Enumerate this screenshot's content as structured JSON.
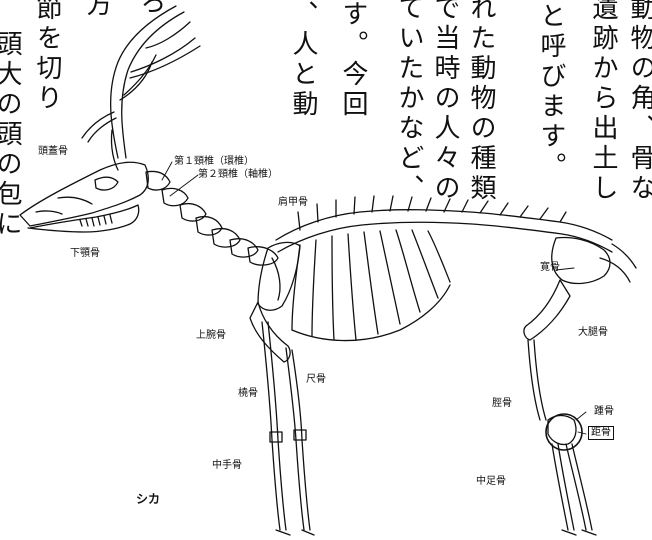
{
  "text_columns": [
    {
      "text": "動物の角、骨な"
    },
    {
      "text": "遺跡から出土し"
    },
    {
      "text": "と呼びます。"
    },
    {
      "text": "れた動物の種類"
    },
    {
      "text": "で当時の人々の"
    },
    {
      "text": "ていたかなど、"
    },
    {
      "text": "です。今回"
    },
    {
      "text": "ち、人と動"
    },
    {
      "text": "ろ"
    },
    {
      "text": "方"
    },
    {
      "text": "節を切り"
    },
    {
      "text": "頭大の頭の包に"
    }
  ],
  "figure": {
    "caption": "シカ",
    "labels": {
      "skull": "頭蓋骨",
      "mandible": "下顎骨",
      "atlas": "第１頸椎（環椎）",
      "axis": "第２頸椎（軸椎）",
      "scapula": "肩甲骨",
      "pelvis": "寛骨",
      "humerus": "上腕骨",
      "ulna": "尺骨",
      "radius": "橈骨",
      "metacarpal": "中手骨",
      "femur": "大腿骨",
      "tibia": "脛骨",
      "calcaneus": "踵骨",
      "talus": "距骨",
      "metatarsal": "中足骨"
    }
  }
}
